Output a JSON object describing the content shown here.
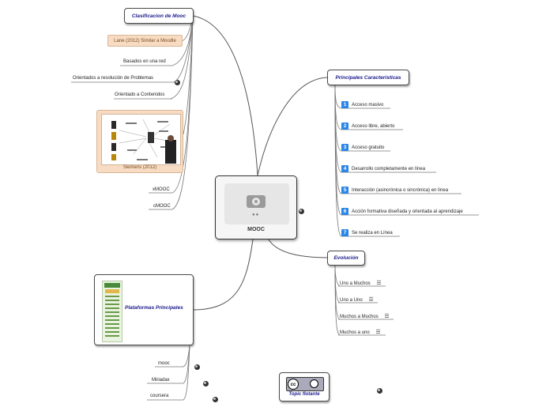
{
  "center": {
    "title": "MOOC"
  },
  "clasificacion": {
    "title": "Clasificacion de Mooc",
    "lane_note": "Lane (2012) Similar a Moodle",
    "items": [
      "Basados en una red",
      "Orientados a resolución de Problemas",
      "Orientado a Contenidos"
    ],
    "siemens_caption": "Siemens (2012)",
    "extra_items": [
      "xMOOC",
      "cMOOC"
    ]
  },
  "caracteristicas": {
    "title": "Principales Características",
    "items": [
      {
        "num": "1",
        "label": "Acceso masivo"
      },
      {
        "num": "2",
        "label": "Acceso libre, abierto"
      },
      {
        "num": "3",
        "label": "Acceso gratuito"
      },
      {
        "num": "4",
        "label": "Desarrollo completamente en línea"
      },
      {
        "num": "5",
        "label": "Interacción (asincrónica o sincrónica) en línea"
      },
      {
        "num": "6",
        "label": "Acción formativa diseñada y orientada al aprendizaje"
      },
      {
        "num": "7",
        "label": "Se realiza en Línea"
      }
    ]
  },
  "evolucion": {
    "title": "Evolución",
    "items": [
      "Uno a Muchos",
      "Uno a Uno",
      "Muchos a Muchos",
      "Muchos a uno"
    ]
  },
  "plataformas": {
    "title": "Plataformas Principales",
    "items": [
      "mooc",
      "Miriadax",
      "coursera"
    ]
  },
  "floating": {
    "label": "Topic flotante",
    "badge": "cc"
  },
  "colors": {
    "accent_blue": "#2a86e6",
    "title_blue": "#1a1a8c",
    "note_tan": "#f7dcc3"
  }
}
